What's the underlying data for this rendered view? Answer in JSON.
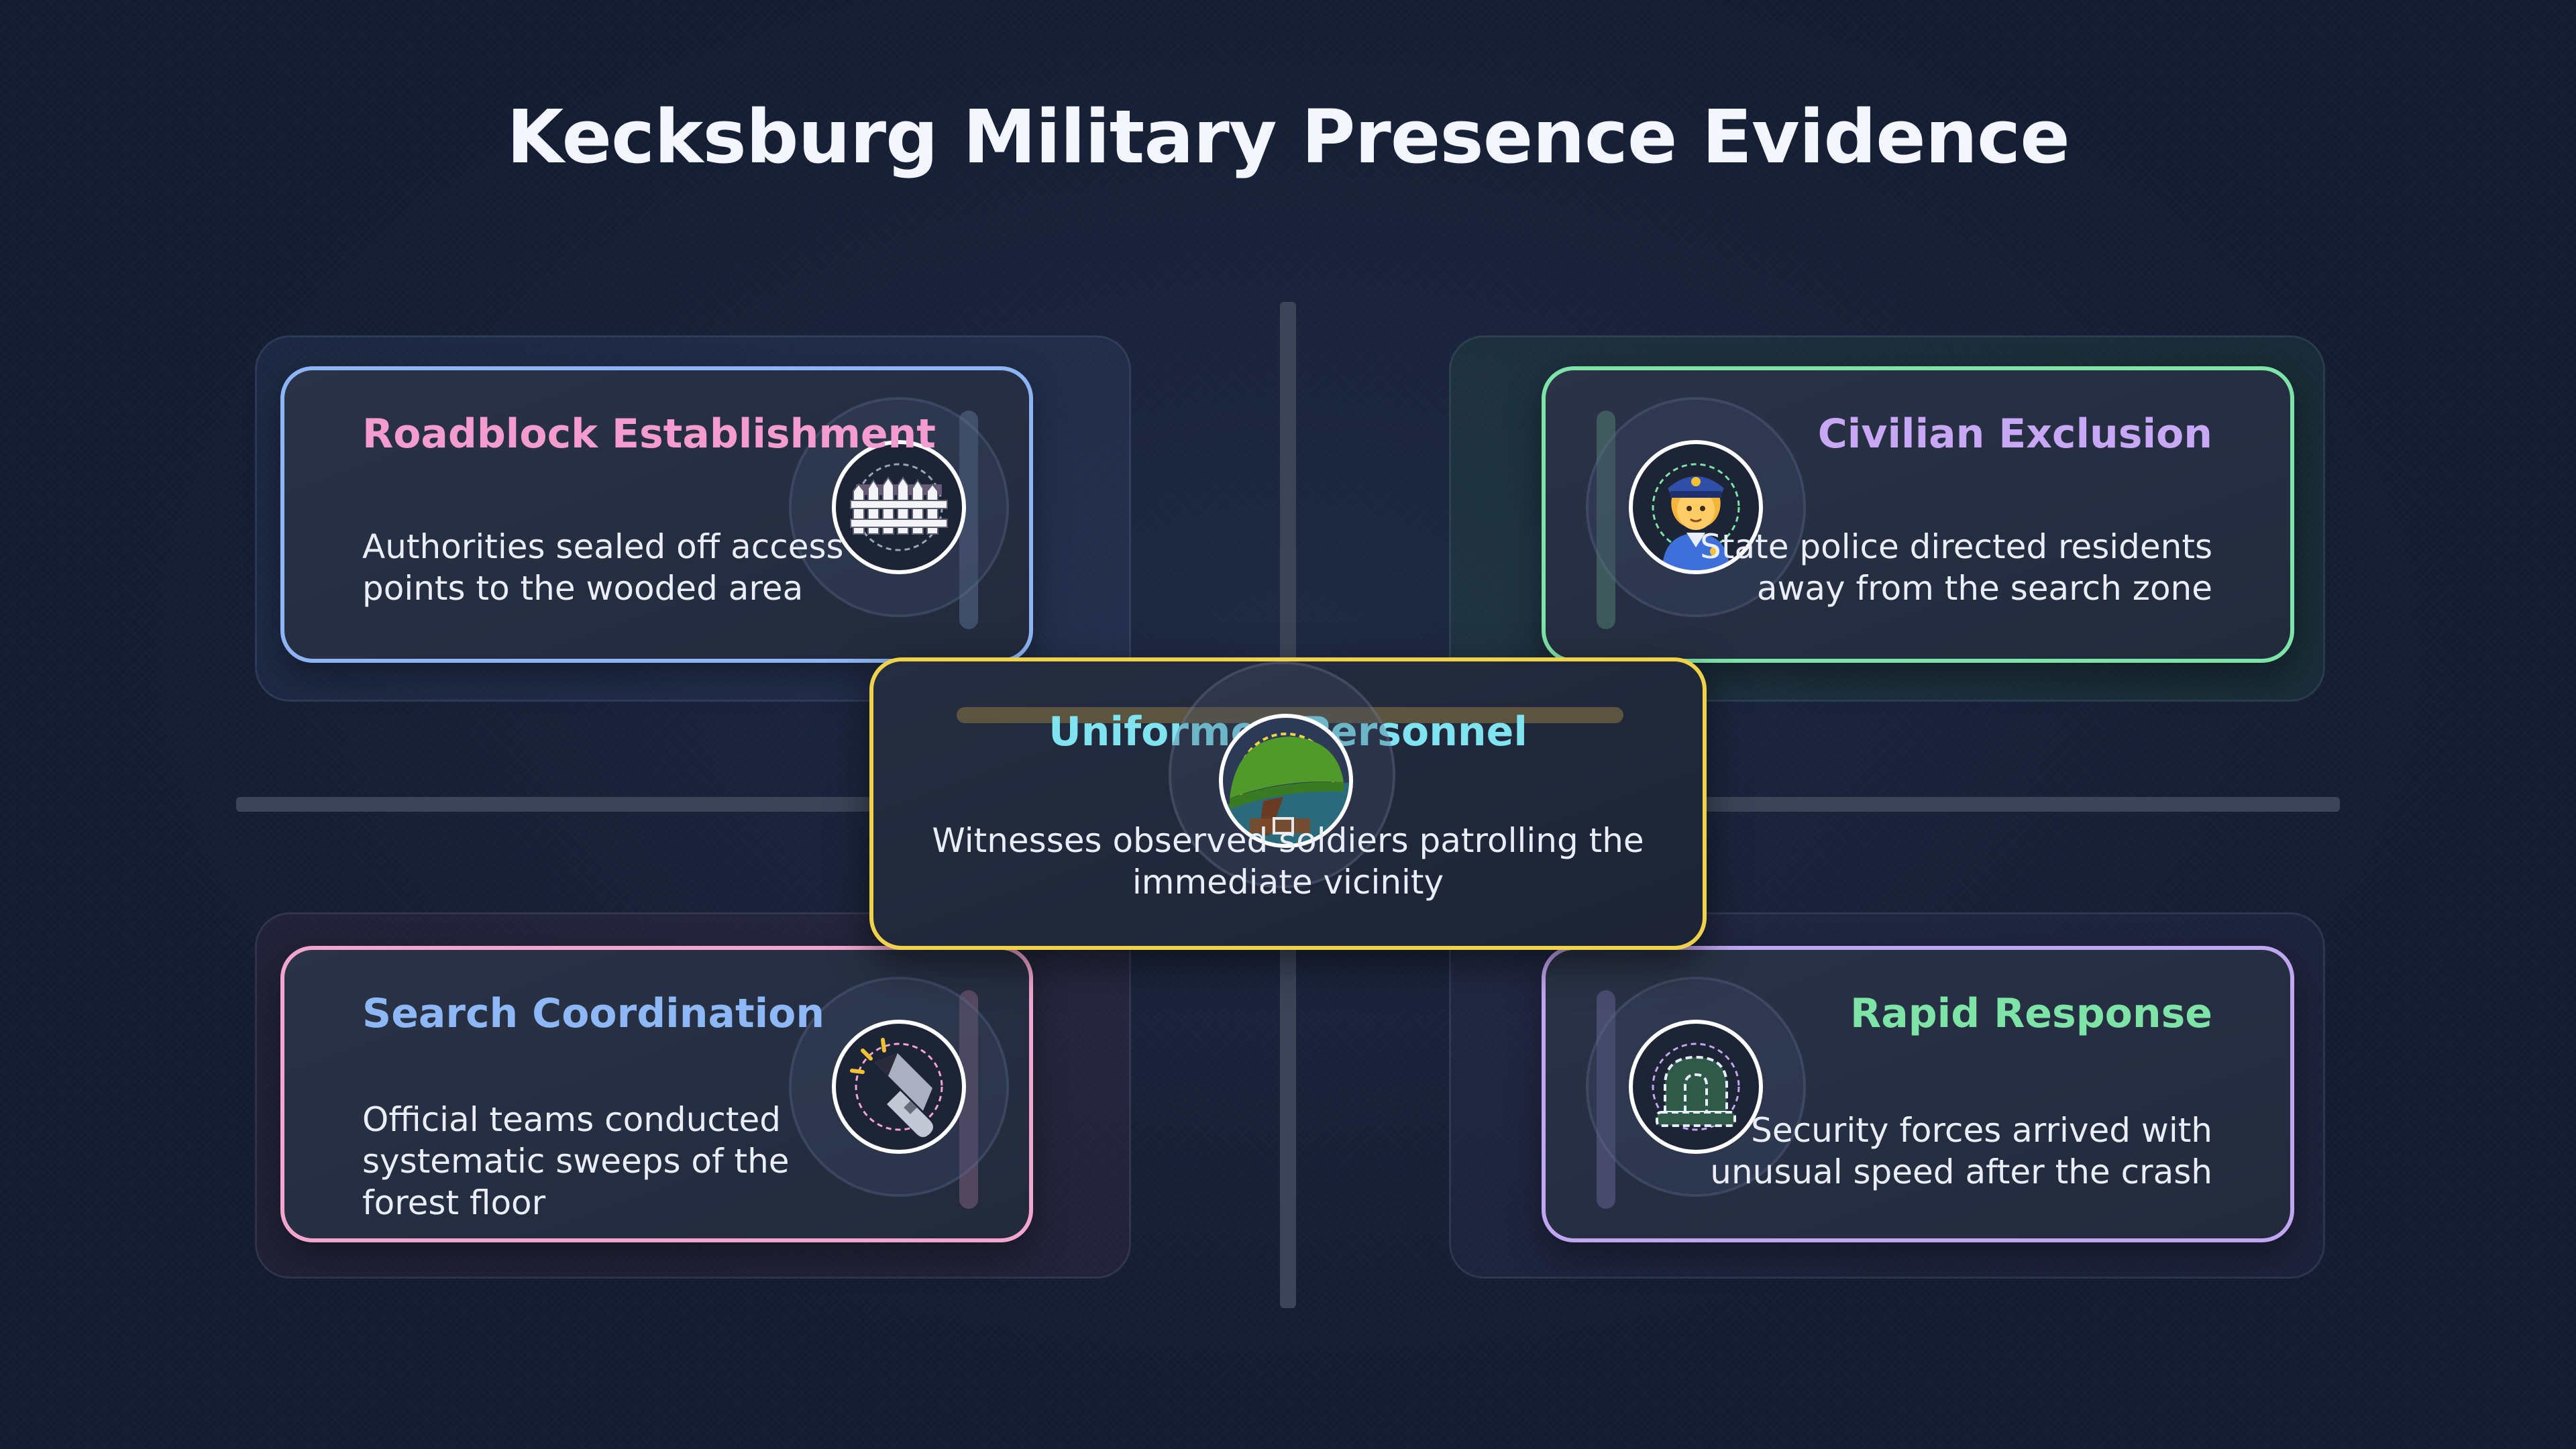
{
  "title": "Kecksburg Military Presence Evidence",
  "cards": {
    "top_left": {
      "title": "Roadblock Establishment",
      "description": "Authorities sealed off access points to the wooded area",
      "icon": "fence-icon",
      "accent": "#8db4f5",
      "title_color": "#f49ccf"
    },
    "top_right": {
      "title": "Civilian Exclusion",
      "description": "State police directed residents away from the search zone",
      "icon": "police-officer-icon",
      "accent": "#7ee3a6",
      "title_color": "#c8a8f4"
    },
    "center": {
      "title": "Uniformed Personnel",
      "description": "Witnesses observed soldiers patrolling the immediate vicinity",
      "icon": "military-helmet-icon",
      "accent": "#f0d24a",
      "title_color": "#7fe3f0"
    },
    "bottom_left": {
      "title": "Search Coordination",
      "description": "Official teams conducted systematic sweeps of the forest floor",
      "icon": "flashlight-icon",
      "accent": "#f2a6cf",
      "title_color": "#8db8f5"
    },
    "bottom_right": {
      "title": "Rapid Response",
      "description": "Security forces arrived with unusual speed after the crash",
      "icon": "police-light-icon",
      "accent": "#c0a6f0",
      "title_color": "#7ee3a6"
    }
  }
}
